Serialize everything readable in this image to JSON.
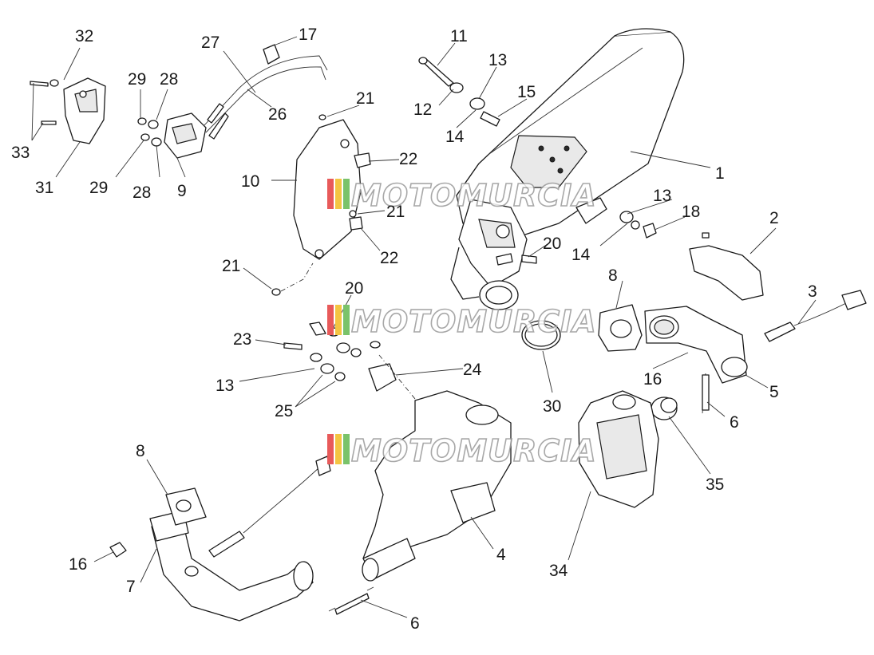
{
  "watermark": {
    "text": "MOTOMURCIA",
    "stripe_colors": [
      "#e85a5a",
      "#f4c542",
      "#7ac36a"
    ]
  },
  "callouts": {
    "c32": "32",
    "c27": "27",
    "c17": "17",
    "c11": "11",
    "c13a": "13",
    "c29a": "29",
    "c28a": "28",
    "c21a": "21",
    "c12": "12",
    "c15": "15",
    "c26": "26",
    "c14a": "14",
    "c33": "33",
    "c22a": "22",
    "c1": "1",
    "c31": "31",
    "c29b": "29",
    "c28b": "28",
    "c9": "9",
    "c10": "10",
    "c21b": "21",
    "c13b": "13",
    "c2": "2",
    "c18": "18",
    "c20a": "20",
    "c22b": "22",
    "c21c": "21",
    "c14b": "14",
    "c3": "3",
    "c8a": "8",
    "c20b": "20",
    "c23": "23",
    "c16a": "16",
    "c24": "24",
    "c13c": "13",
    "c5": "5",
    "c30": "30",
    "c25": "25",
    "c6a": "6",
    "c35": "35",
    "c8b": "8",
    "c4": "4",
    "c34": "34",
    "c16b": "16",
    "c7": "7",
    "c6b": "6"
  }
}
